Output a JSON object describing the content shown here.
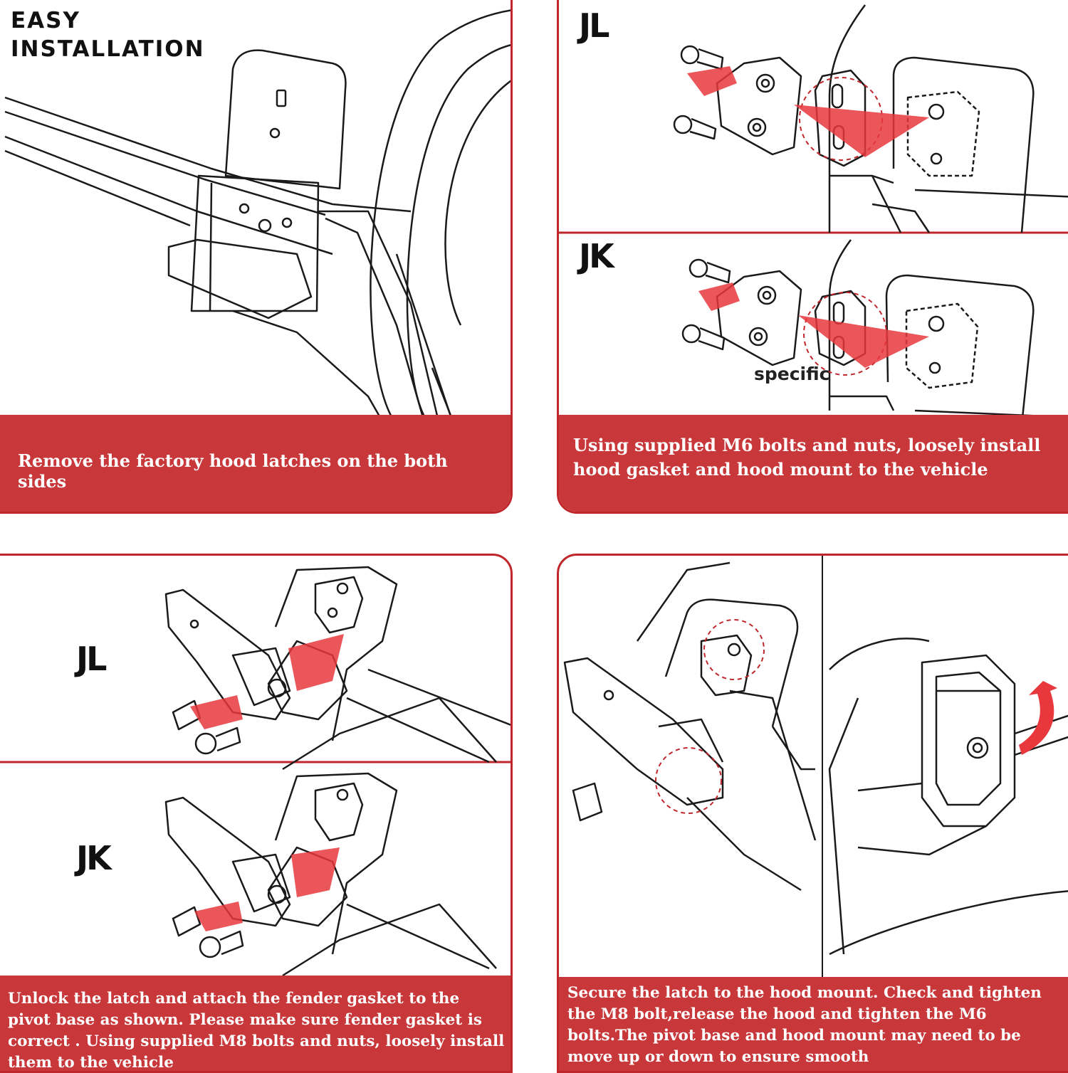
{
  "heading": {
    "line1": "EASY",
    "line2": "INSTALLATION"
  },
  "steps": [
    {
      "caption": "Remove the factory hood latches on the both sides"
    },
    {
      "labels": [
        "JL",
        "JK"
      ],
      "callout": "specific",
      "caption": "Using supplied M6 bolts and nuts, loosely install hood gasket and hood mount to the vehicle"
    },
    {
      "labels": [
        "JL",
        "JK"
      ],
      "caption": "Unlock the latch and attach the fender gasket to the pivot base as shown. Please make sure fender gasket is correct . Using supplied M8 bolts and nuts, loosely install them to the vehicle"
    },
    {
      "caption": "Secure the latch to the hood mount. Check and tighten the M8 bolt,release the hood and tighten the M6 bolts.The pivot base and hood mount may need to be move up or down to ensure smooth"
    }
  ],
  "colors": {
    "accent": "#c0272d",
    "banner": "#c8373a",
    "arrow": "#e8383d",
    "line": "#1a1a1a"
  }
}
